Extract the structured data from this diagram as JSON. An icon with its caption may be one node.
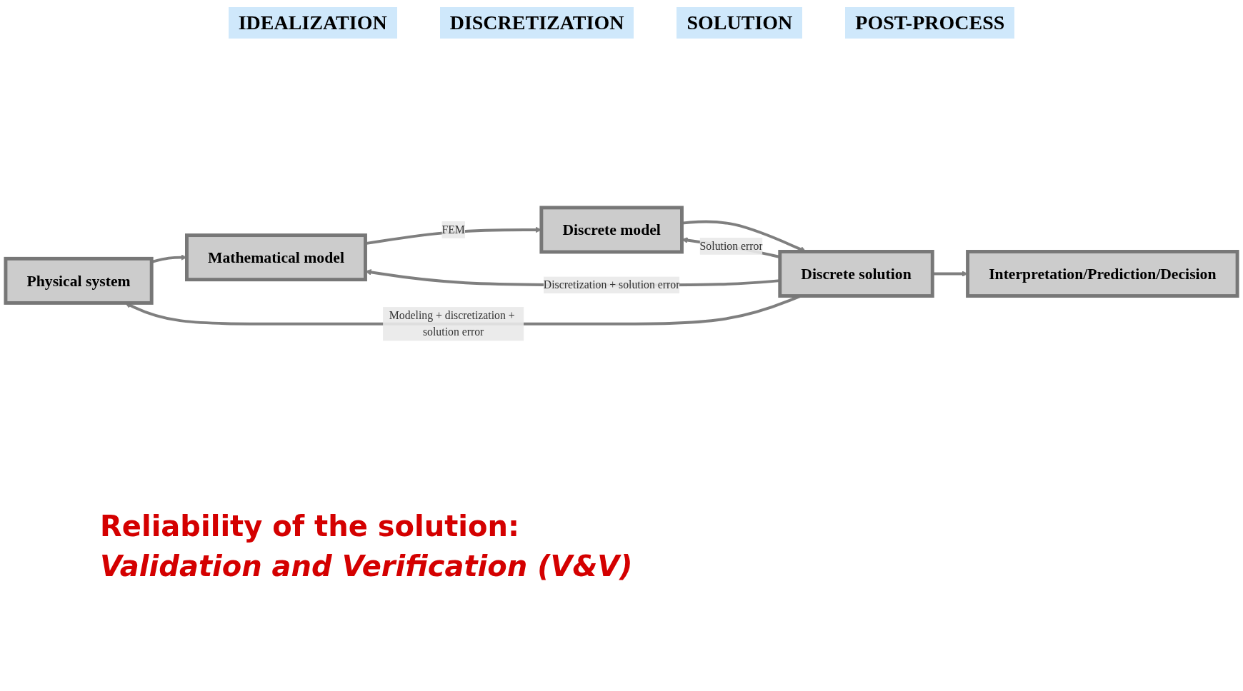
{
  "diagram": {
    "nodes": [
      {
        "text": [
          "Physical system"
        ]
      },
      {
        "text": [
          "Mathematical model"
        ]
      },
      {
        "text": [
          "Discrete model"
        ]
      },
      {
        "text": [
          "Discrete solution"
        ]
      },
      {
        "text": [
          "Interpretation/Prediction/Decision"
        ]
      }
    ],
    "edges": [
      {
        "from": 0,
        "to": 1,
        "arrow": "to"
      },
      {
        "from": 1,
        "to": 2,
        "arrow": "to",
        "label": "FEM"
      },
      {
        "from": 2,
        "to": 3,
        "arrow": "to"
      },
      {
        "from": 3,
        "to": 2,
        "arrow": "to",
        "label": "Solution error"
      },
      {
        "from": 3,
        "to": 1,
        "arrow": "to",
        "label": "Discretization + solution error"
      },
      {
        "from": 3,
        "to": 0,
        "arrow": "to",
        "label": "Modeling + discretization + solution error"
      },
      {
        "from": 3,
        "to": 4,
        "arrow": "to"
      }
    ],
    "labels": [
      "IDEALIZATION",
      "DISCRETIZATION",
      "SOLUTION",
      "POST-PROCESS",
      "Reliability of the solution:",
      "Validation and Verification (V&V)"
    ]
  }
}
